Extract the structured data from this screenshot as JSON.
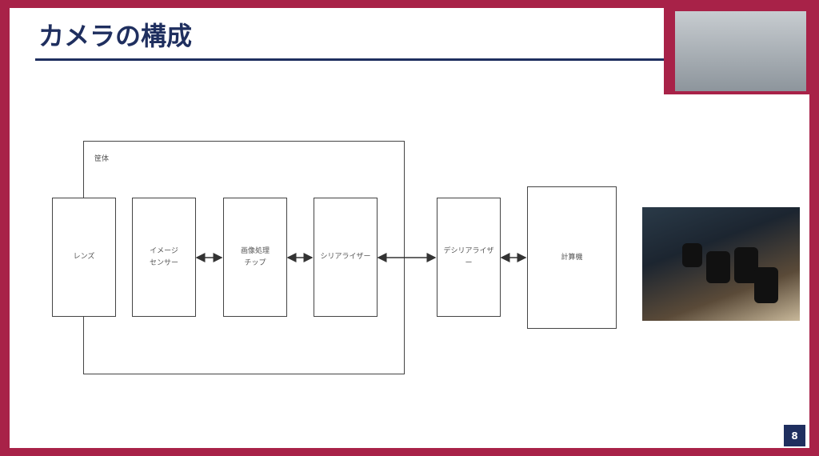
{
  "slide": {
    "title": "カメラの構成",
    "page_number": "8"
  },
  "diagram": {
    "housing_label": "筐体",
    "blocks": {
      "lens": "レンズ",
      "image_sensor_1": "イメージ",
      "image_sensor_2": "センサー",
      "chip_1": "画像処理",
      "chip_2": "チップ",
      "serializer": "シリアライザー",
      "deserializer_1": "デシリアライザ",
      "deserializer_2": "ー",
      "computer": "計算機"
    }
  },
  "colors": {
    "frame": "#a82248",
    "title": "#1f2f5f"
  }
}
